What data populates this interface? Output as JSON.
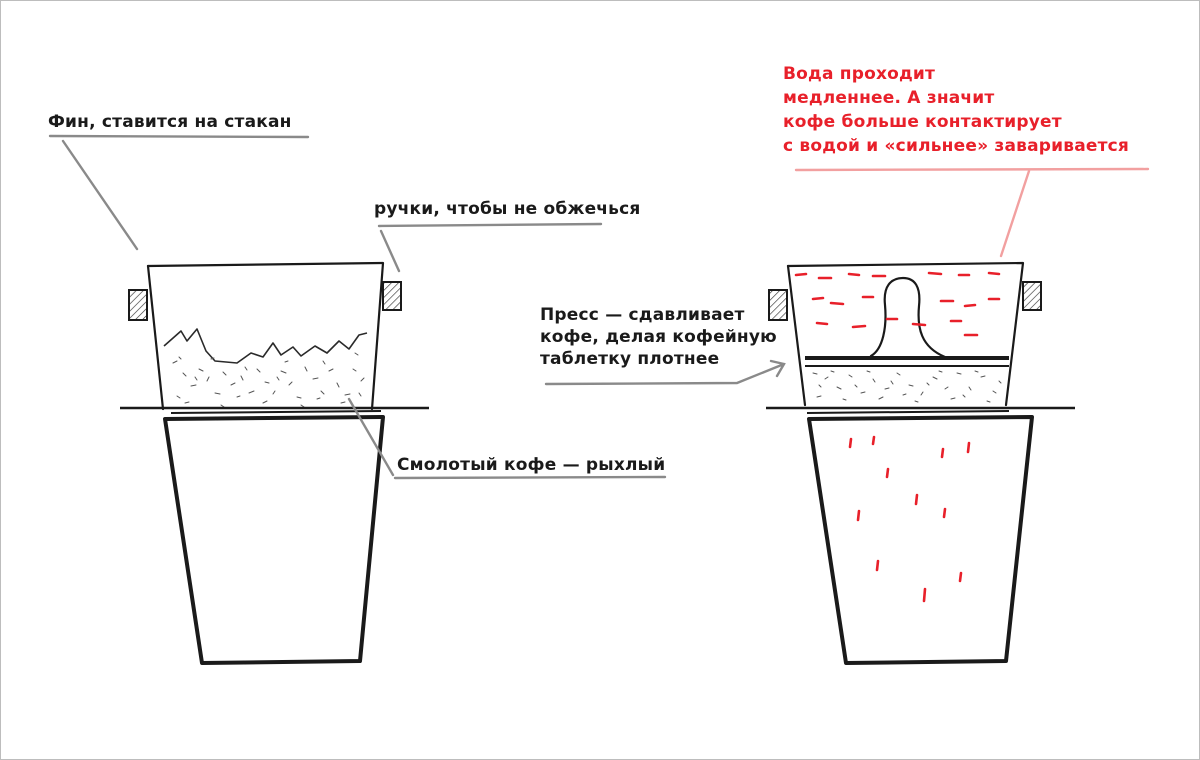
{
  "labels": {
    "fin": "Фин, ставится на стакан",
    "handles": "ручки, чтобы не обжечься",
    "ground_coffee": "Смолотый кофе — рыхлый",
    "press": [
      "Пресс — сдавливает",
      "кофе, делая кофейную",
      "таблетку плотнее"
    ],
    "water": [
      "Вода проходит",
      "медленнее. А значит",
      "кофе больше контактирует",
      "с водой и «сильнее» заваривается"
    ]
  },
  "colors": {
    "ink": "#1a1a1a",
    "pointer": "#8a8a8a",
    "accent": "#e8202a",
    "accent_pointer": "#f2a0a0"
  }
}
